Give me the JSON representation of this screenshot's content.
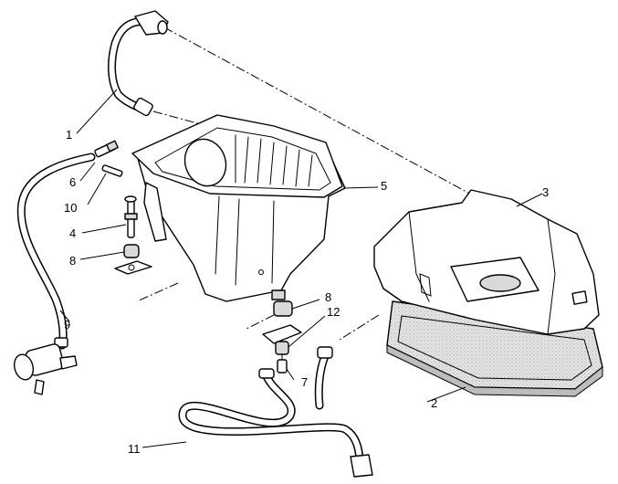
{
  "callouts": [
    {
      "id": "c1",
      "text": "1"
    },
    {
      "id": "c2",
      "text": "2"
    },
    {
      "id": "c3",
      "text": "3"
    },
    {
      "id": "c4",
      "text": "4"
    },
    {
      "id": "c5",
      "text": "5"
    },
    {
      "id": "c6",
      "text": "6"
    },
    {
      "id": "c7",
      "text": "7"
    },
    {
      "id": "c8a",
      "text": "8"
    },
    {
      "id": "c8b",
      "text": "8"
    },
    {
      "id": "c9",
      "text": "9"
    },
    {
      "id": "c10",
      "text": "10"
    },
    {
      "id": "c11",
      "text": "11"
    },
    {
      "id": "c12",
      "text": "12"
    }
  ]
}
